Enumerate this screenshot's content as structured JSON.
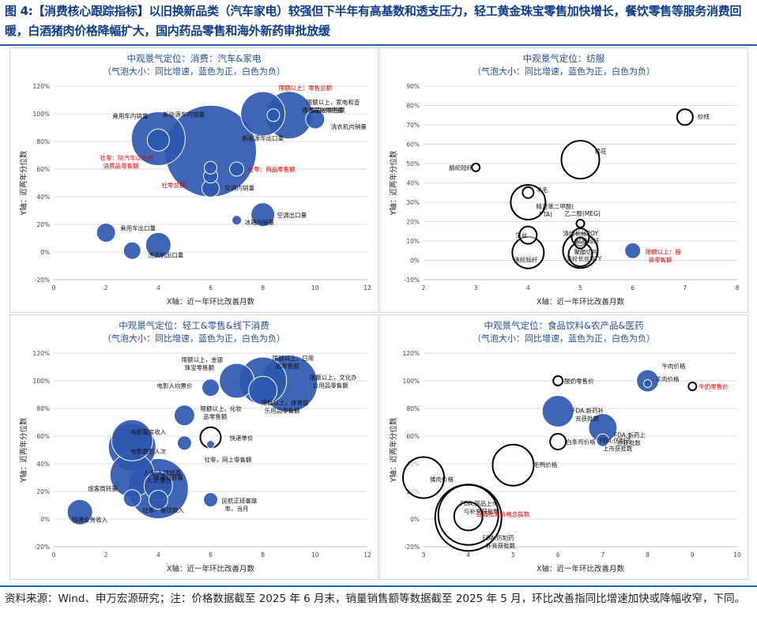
{
  "header": {
    "title": "图 4:【消费核心跟踪指标】以旧换新品类（汽车家电）较强但下半年有高基数和透支压力，轻工黄金珠宝零售加快增长，餐饮零售等服务消费回暖，白酒猪肉价格降幅扩大，国内药品零售和海外新药审批放缓"
  },
  "footer": {
    "note": "资料来源：Wind、申万宏源研究；注：价格数据截至 2025 年 6 月末，销量销售额等数据截至 2025 年 5 月，环比改善指同比增速加快或降幅收窄，下同。"
  },
  "colors": {
    "bubble_positive": "#2e58b0",
    "bubble_negative": "#ffffff",
    "highlight_label": "#e00000",
    "title_blue": "#1f4e9e",
    "rule": "#1f5fae"
  },
  "chart_data": [
    {
      "type": "bubble",
      "title": "中观景气定位：消费：汽车&家电",
      "subtitle": "（气泡大小：同比增速，蓝色为正，白色为负）",
      "xlabel": "X轴：近一年环比改善月数",
      "ylabel": "Y轴：近两年分位数",
      "xlim": [
        0,
        12
      ],
      "xticks": [
        0,
        2,
        4,
        6,
        8,
        10,
        12
      ],
      "ylim": [
        -0.2,
        1.2
      ],
      "yticks": [
        -0.2,
        0,
        0.2,
        0.4,
        0.6,
        0.8,
        1.0,
        1.2
      ],
      "ytick_labels": [
        "-20%",
        "0%",
        "20%",
        "40%",
        "60%",
        "80%",
        "100%",
        "120%"
      ],
      "grid": "horizontal",
      "points": [
        {
          "label": "新能源车内销量",
          "x": 4,
          "y": 0.82,
          "size": 34,
          "positive": true,
          "red": false
        },
        {
          "label": "乘用车内销量",
          "x": 4,
          "y": 0.81,
          "size": 14,
          "positive": true,
          "red": false
        },
        {
          "label": "新能源车出口量",
          "x": 6,
          "y": 0.73,
          "size": 58,
          "positive": true,
          "red": false
        },
        {
          "label": "社零：除汽车以外的消费品零售额",
          "x": 6,
          "y": 0.61,
          "size": 8,
          "positive": true,
          "red": true
        },
        {
          "label": "社零总额",
          "x": 6,
          "y": 0.55,
          "size": 9,
          "positive": true,
          "red": true
        },
        {
          "label": "空调内销量",
          "x": 6,
          "y": 0.46,
          "size": 11,
          "positive": true,
          "red": false
        },
        {
          "label": "社零：商品零售额",
          "x": 7,
          "y": 0.6,
          "size": 9,
          "positive": true,
          "red": true
        },
        {
          "label": "限额以上：零售总额",
          "x": 8,
          "y": 1.0,
          "size": 28,
          "positive": true,
          "red": true
        },
        {
          "label": "通讯器材零售额",
          "x": 8.4,
          "y": 0.99,
          "size": 8,
          "positive": true,
          "red": false
        },
        {
          "label": "限额以上，家电和音像器材零售额",
          "x": 9,
          "y": 0.99,
          "size": 30,
          "positive": true,
          "red": false
        },
        {
          "label": "洗衣机内销量",
          "x": 10,
          "y": 0.96,
          "size": 12,
          "positive": true,
          "red": false
        },
        {
          "label": "空调出口量",
          "x": 8,
          "y": 0.27,
          "size": 15,
          "positive": true,
          "red": false
        },
        {
          "label": "冰箱内销量",
          "x": 7,
          "y": 0.23,
          "size": 6,
          "positive": true,
          "red": false
        },
        {
          "label": "乘用车出口量",
          "x": 2,
          "y": 0.14,
          "size": 12,
          "positive": true,
          "red": false
        },
        {
          "label": "洗衣机出口量",
          "x": 3,
          "y": 0.01,
          "size": 11,
          "positive": true,
          "red": false
        },
        {
          "label": "",
          "x": 4,
          "y": 0.05,
          "size": 16,
          "positive": true,
          "red": false
        }
      ]
    },
    {
      "type": "bubble",
      "title": "中观景气定位：纺服",
      "subtitle": "（气泡大小：同比增速，蓝色为正，白色为负）",
      "xlabel": "X轴：近一年环比改善月数",
      "ylabel": "Y轴：近两年分位数",
      "xlim": [
        2,
        8
      ],
      "xticks": [
        2,
        3,
        4,
        5,
        6,
        7,
        8
      ],
      "ylim": [
        -0.1,
        0.9
      ],
      "yticks": [
        -0.1,
        0,
        0.1,
        0.2,
        0.3,
        0.4,
        0.5,
        0.6,
        0.7,
        0.8,
        0.9
      ],
      "ytick_labels": [
        "-10%",
        "0%",
        "10%",
        "20%",
        "30%",
        "40%",
        "50%",
        "60%",
        "70%",
        "80%",
        "90%"
      ],
      "grid": "horizontal",
      "points": [
        {
          "label": "纱线",
          "x": 7,
          "y": 0.74,
          "size": 10,
          "positive": false,
          "red": false
        },
        {
          "label": "棉花",
          "x": 5,
          "y": 0.52,
          "size": 24,
          "positive": false,
          "red": false
        },
        {
          "label": "腈纶短纤",
          "x": 3,
          "y": 0.48,
          "size": 5,
          "positive": false,
          "red": false
        },
        {
          "label": "羊毛",
          "x": 4,
          "y": 0.35,
          "size": 7,
          "positive": false,
          "red": false
        },
        {
          "label": "精对苯二甲酸(PTA)",
          "x": 4,
          "y": 0.3,
          "size": 22,
          "positive": false,
          "red": false
        },
        {
          "label": "乙二醇(MEG)",
          "x": 5,
          "y": 0.19,
          "size": 5,
          "positive": false,
          "red": false
        },
        {
          "label": "生丝",
          "x": 4,
          "y": 0.13,
          "size": 11,
          "positive": false,
          "red": false
        },
        {
          "label": "涤纶长丝POY",
          "x": 5,
          "y": 0.12,
          "size": 11,
          "positive": false,
          "red": false
        },
        {
          "label": "粘胶短纤",
          "x": 5,
          "y": 0.09,
          "size": 7,
          "positive": false,
          "red": false
        },
        {
          "label": "涤纶短纤",
          "x": 4,
          "y": 0.04,
          "size": 20,
          "positive": false,
          "red": false
        },
        {
          "label": "聚酯切片",
          "x": 5,
          "y": 0.05,
          "size": 22,
          "positive": false,
          "red": false
        },
        {
          "label": "涤纶长丝DTY",
          "x": 5,
          "y": 0.03,
          "size": 15,
          "positive": false,
          "red": false
        },
        {
          "label": "限额以上：服装零售额",
          "x": 6,
          "y": 0.05,
          "size": 10,
          "positive": true,
          "red": true
        }
      ]
    },
    {
      "type": "bubble",
      "title": "中观景气定位：轻工&零售&线下消费",
      "subtitle": "（气泡大小：同比增速，蓝色为正，白色为负）",
      "xlabel": "X轴：近一年环比改善月数",
      "ylabel": "Y轴：近两年分位数",
      "xlim": [
        0,
        12
      ],
      "xticks": [
        0,
        2,
        4,
        6,
        8,
        10,
        12
      ],
      "ylim": [
        -0.2,
        1.2
      ],
      "yticks": [
        -0.2,
        0,
        0.2,
        0.4,
        0.6,
        0.8,
        1.0,
        1.2
      ],
      "ytick_labels": [
        "-20%",
        "0%",
        "20%",
        "40%",
        "60%",
        "80%",
        "100%",
        "120%"
      ],
      "grid": "horizontal",
      "points": [
        {
          "label": "限额以上，金银珠宝零售额",
          "x": 7,
          "y": 1.0,
          "size": 22,
          "positive": true,
          "red": false
        },
        {
          "label": "限额以上，日用品零售额",
          "x": 8,
          "y": 1.0,
          "size": 30,
          "positive": true,
          "red": false
        },
        {
          "label": "限额以上，文化办公用品零售额",
          "x": 9,
          "y": 0.98,
          "size": 36,
          "positive": true,
          "red": false
        },
        {
          "label": "限额以上，体育娱乐用品零售额",
          "x": 8,
          "y": 0.93,
          "size": 18,
          "positive": true,
          "red": false
        },
        {
          "label": "电影人均票价",
          "x": 6,
          "y": 0.95,
          "size": 11,
          "positive": true,
          "red": false
        },
        {
          "label": "限额以上，化妆品零售额",
          "x": 5,
          "y": 0.75,
          "size": 13,
          "positive": true,
          "red": false
        },
        {
          "label": "快递单价",
          "x": 6,
          "y": 0.59,
          "size": 13,
          "positive": false,
          "red": false
        },
        {
          "label": "社零，网上零售额",
          "x": 6,
          "y": 0.54,
          "size": 5,
          "positive": true,
          "red": false
        },
        {
          "label": "电影票房收入",
          "x": 3,
          "y": 0.57,
          "size": 26,
          "positive": true,
          "red": false
        },
        {
          "label": "电影观影人次",
          "x": 3,
          "y": 0.52,
          "size": 30,
          "positive": true,
          "red": false
        },
        {
          "label": "",
          "x": 5,
          "y": 0.55,
          "size": 9,
          "positive": true,
          "red": false
        },
        {
          "label": "快递业务量",
          "x": 4,
          "y": 0.24,
          "size": 18,
          "positive": true,
          "red": false
        },
        {
          "label": "上海:入境旅游人次:累计",
          "x": 3,
          "y": 0.32,
          "size": 28,
          "positive": true,
          "red": false
        },
        {
          "label": "",
          "x": 4,
          "y": 0.22,
          "size": 38,
          "positive": true,
          "red": false
        },
        {
          "label": "旅客周转量",
          "x": 3,
          "y": 0.15,
          "size": 11,
          "positive": true,
          "red": false
        },
        {
          "label": "社零，餐饮收入",
          "x": 4,
          "y": 0.14,
          "size": 12,
          "positive": true,
          "red": false
        },
        {
          "label": "民航正班客座率，当月",
          "x": 6,
          "y": 0.14,
          "size": 9,
          "positive": true,
          "red": false
        },
        {
          "label": "快递业务收入",
          "x": 1,
          "y": 0.05,
          "size": 16,
          "positive": true,
          "red": false
        }
      ]
    },
    {
      "type": "bubble",
      "title": "中观景气定位：食品饮料&农产品&医药",
      "subtitle": "（气泡大小：同比增速，蓝色为正，白色为负）",
      "xlabel": "X轴：近一年环比改善月数",
      "ylabel": "Y轴：近两年分位数",
      "xlim": [
        3,
        10
      ],
      "xticks": [
        3,
        4,
        5,
        6,
        7,
        8,
        9,
        10
      ],
      "ylim": [
        -0.2,
        1.2
      ],
      "yticks": [
        -0.2,
        0,
        0.2,
        0.4,
        0.6,
        0.8,
        1.0,
        1.2
      ],
      "ytick_labels": [
        "-20%",
        "0%",
        "20%",
        "40%",
        "60%",
        "80%",
        "100%",
        "120%"
      ],
      "grid": "horizontal",
      "points": [
        {
          "label": "牛肉价格",
          "x": 8,
          "y": 1.0,
          "size": 14,
          "positive": true,
          "red": false
        },
        {
          "label": "羊肉价格",
          "x": 8,
          "y": 0.98,
          "size": 5,
          "positive": true,
          "red": false
        },
        {
          "label": "牛奶零售价",
          "x": 9,
          "y": 0.96,
          "size": 5,
          "positive": false,
          "red": true
        },
        {
          "label": "酸奶零售价",
          "x": 6,
          "y": 1.0,
          "size": 6,
          "positive": false,
          "red": false
        },
        {
          "label": "FDA:新药补充获批数",
          "x": 6,
          "y": 0.78,
          "size": 20,
          "positive": true,
          "red": false
        },
        {
          "label": "FDA:新药上市获批数",
          "x": 7,
          "y": 0.66,
          "size": 18,
          "positive": true,
          "red": false
        },
        {
          "label": "FDA:仿制药上市获批数",
          "x": 7,
          "y": 0.57,
          "size": 8,
          "positive": true,
          "red": false
        },
        {
          "label": "白条鸡价格",
          "x": 6,
          "y": 0.56,
          "size": 10,
          "positive": false,
          "red": false
        },
        {
          "label": "毛鸭价格",
          "x": 5,
          "y": 0.39,
          "size": 26,
          "positive": false,
          "red": false
        },
        {
          "label": "猪肉价格",
          "x": 3,
          "y": 0.3,
          "size": 26,
          "positive": false,
          "red": false
        },
        {
          "label": "FDA:药品上市与补充获批数",
          "x": 4,
          "y": 0.03,
          "size": 38,
          "positive": false,
          "red": false
        },
        {
          "label": "白酒批发价格总指数",
          "x": 4,
          "y": 0.02,
          "size": 18,
          "positive": false,
          "red": true
        },
        {
          "label": "FDA:仿制药补充获批数",
          "x": 4,
          "y": 0.01,
          "size": 42,
          "positive": false,
          "red": false
        }
      ]
    }
  ]
}
